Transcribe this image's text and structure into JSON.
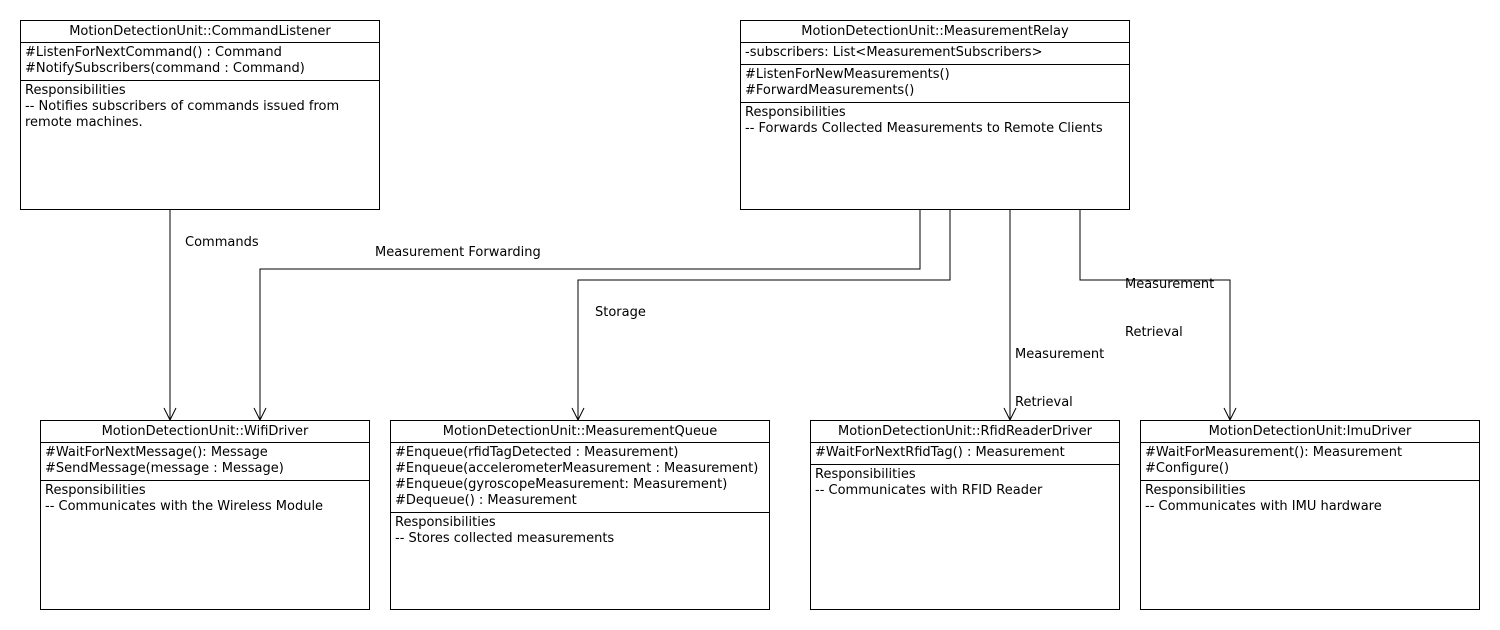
{
  "classes": {
    "command_listener": {
      "name": "MotionDetectionUnit::CommandListener",
      "operations": [
        "#ListenForNextCommand() : Command",
        "#NotifySubscribers(command : Command)"
      ],
      "responsibilities_title": "Responsibilities",
      "responsibilities": [
        "-- Notifies subscribers of commands issued from remote machines."
      ]
    },
    "measurement_relay": {
      "name": "MotionDetectionUnit::MeasurementRelay",
      "attributes": [
        "-subscribers: List<MeasurementSubscribers>"
      ],
      "operations": [
        "#ListenForNewMeasurements()",
        "#ForwardMeasurements()"
      ],
      "responsibilities_title": "Responsibilities",
      "responsibilities": [
        "-- Forwards Collected Measurements to Remote Clients"
      ]
    },
    "wifi_driver": {
      "name": "MotionDetectionUnit::WifiDriver",
      "operations": [
        "#WaitForNextMessage(): Message",
        "#SendMessage(message : Message)"
      ],
      "responsibilities_title": "Responsibilities",
      "responsibilities": [
        "-- Communicates with the Wireless Module"
      ]
    },
    "measurement_queue": {
      "name": "MotionDetectionUnit::MeasurementQueue",
      "operations": [
        "#Enqueue(rfidTagDetected : Measurement)",
        "#Enqueue(accelerometerMeasurement : Measurement)",
        "#Enqueue(gyroscopeMeasurement: Measurement)",
        "#Dequeue() : Measurement"
      ],
      "responsibilities_title": "Responsibilities",
      "responsibilities": [
        "-- Stores collected measurements"
      ]
    },
    "rfid_reader_driver": {
      "name": "MotionDetectionUnit::RfidReaderDriver",
      "operations": [
        "#WaitForNextRfidTag() : Measurement"
      ],
      "responsibilities_title": "Responsibilities",
      "responsibilities": [
        "-- Communicates with RFID Reader"
      ]
    },
    "imu_driver": {
      "name": "MotionDetectionUnit:ImuDriver",
      "operations": [
        "#WaitForMeasurement(): Measurement",
        "#Configure()"
      ],
      "responsibilities_title": "Responsibilities",
      "responsibilities": [
        "-- Communicates with IMU hardware"
      ]
    }
  },
  "associations": {
    "commands": "Commands",
    "measurement_forwarding": "Measurement Forwarding",
    "storage": "Storage",
    "rfid_retrieval": [
      "Measurement",
      "Retrieval"
    ],
    "imu_retrieval": [
      "Measurement",
      "Retrieval"
    ]
  }
}
